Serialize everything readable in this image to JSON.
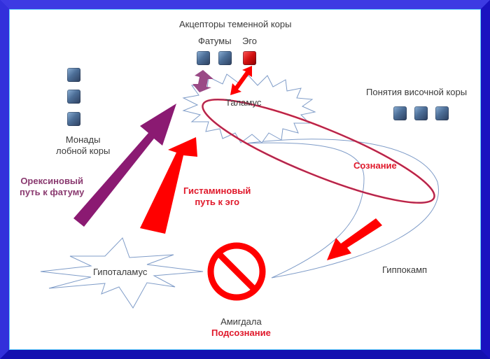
{
  "colors": {
    "frame": "#1a12c0",
    "frame_light": "#3d3ae3",
    "canvas_border": "#5fd0ff",
    "red": "#ff0000",
    "purple": "#8b1a72",
    "outline": "#7f9cc8",
    "text": "#3a3a3a",
    "label_red": "#e0192b",
    "label_purple": "#8a3a70"
  },
  "labels": {
    "parietal_acceptors": "Акцепторы теменной коры",
    "fatums": "Фатумы",
    "ego": "Эго",
    "thalamus": "Таламус",
    "temporal_concepts": "Понятия височной коры",
    "monads_line1": "Монады",
    "monads_line2": "лобной коры",
    "orexin_line1": "Орексиновый",
    "orexin_line2": "путь к фатуму",
    "histamine_line1": "Гистаминовый",
    "histamine_line2": "путь к эго",
    "consciousness": "Сознание",
    "hypothalamus": "Гипоталамус",
    "amygdala": "Амигдала",
    "subconscious": "Подсознание",
    "hippocampus": "Гиппокамп"
  },
  "icons": {
    "fatum_cubes": 2,
    "ego_cubes": 1,
    "temporal_cubes": 3,
    "monad_cubes": 3,
    "amygdala_icon": "prohibition-sign"
  }
}
